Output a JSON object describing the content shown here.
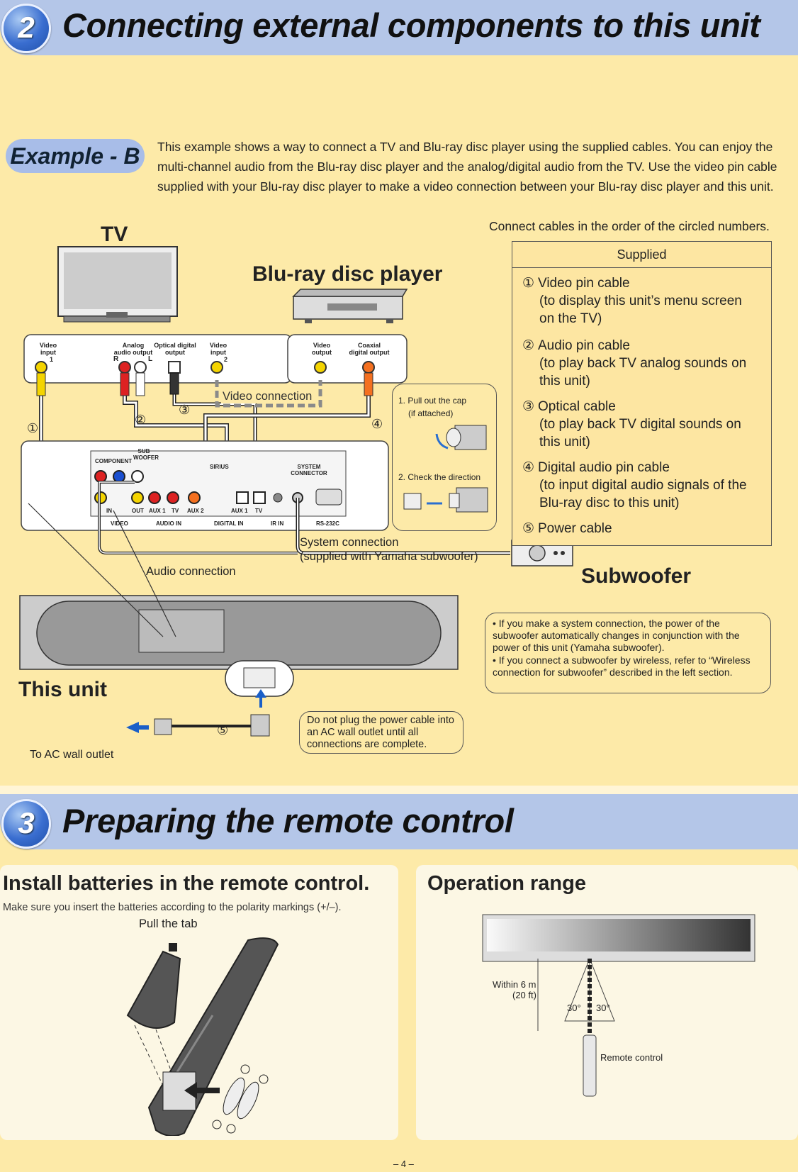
{
  "section2": {
    "number": "2",
    "title": "Connecting external components to this unit"
  },
  "example": {
    "badge": "Example - B",
    "intro_lines": [
      "This example shows a way to connect a TV and Blu-ray disc player using the supplied cables. You can enjoy the",
      "multi-channel audio from the Blu-ray disc player and the analog/digital audio from the TV. Use the video pin cable",
      "supplied with your Blu-ray disc player to make a video connection between your Blu-ray disc player and this unit."
    ]
  },
  "diagram": {
    "order_note": "Connect cables in the order of the circled numbers.",
    "tv_label": "TV",
    "bluray_label": "Blu-ray disc player",
    "subwoofer_label": "Subwoofer",
    "this_unit_label": "This unit",
    "tv_ports": {
      "video_input_1": "Video input",
      "video_input_1_num": "1",
      "analog_audio": "Analog audio output",
      "analog_r": "R",
      "analog_l": "L",
      "optical": "Optical digital output",
      "video_input_2": "Video input",
      "video_input_2_num": "2"
    },
    "bluray_ports": {
      "video_output": "Video output",
      "coaxial_output": "Coaxial digital output"
    },
    "rear_panel": {
      "component": "COMPONENT",
      "sub_woofer": "SUB WOOFER",
      "sirius": "SIRIUS",
      "system_connector": "SYSTEM CONNECTOR",
      "in": "IN",
      "out": "OUT",
      "aux1": "AUX 1",
      "tv": "TV",
      "aux2": "AUX 2",
      "aux1_digital": "AUX 1",
      "tv_digital": "TV",
      "video_group": "VIDEO",
      "audio_in_group": "AUDIO IN",
      "digital_in_group": "DIGITAL IN",
      "ir_in": "IR IN",
      "rs232c": "RS-232C"
    },
    "video_connection": "Video connection",
    "audio_connection": "Audio connection",
    "system_connection_line1": "System connection",
    "system_connection_line2": "(supplied with Yamaha subwoofer)",
    "optical_tips": {
      "step1": "1. Pull out the cap",
      "step1b": "(if attached)",
      "step2": "2. Check the direction"
    },
    "circled": [
      "①",
      "②",
      "③",
      "④",
      "⑤"
    ],
    "ac_outlet": "To AC wall outlet",
    "power_note": "Do not plug the power cable into an AC wall outlet until all connections are complete.",
    "subwoofer_notes": [
      "• If you make a system connection, the power of the subwoofer automatically changes in conjunction with the power of this unit (Yamaha subwoofer).",
      "• If you connect a subwoofer by wireless, refer to “Wireless connection for subwoofer” described in the left section."
    ]
  },
  "supplied": {
    "header": "Supplied",
    "items": [
      {
        "num": "①",
        "name": "Video pin cable",
        "desc": [
          "(to display this unit’s menu screen",
          "on the TV)"
        ]
      },
      {
        "num": "②",
        "name": "Audio pin cable",
        "desc": [
          "(to play back TV analog sounds on",
          "this unit)"
        ]
      },
      {
        "num": "③",
        "name": "Optical cable",
        "desc": [
          "(to play back TV digital sounds on",
          "this unit)"
        ]
      },
      {
        "num": "④",
        "name": "Digital audio pin cable",
        "desc": [
          "(to input digital audio signals of the",
          "Blu-ray disc to this unit)"
        ]
      },
      {
        "num": "⑤",
        "name": "Power cable",
        "desc": []
      }
    ]
  },
  "section3": {
    "number": "3",
    "title": "Preparing the remote control"
  },
  "batteries": {
    "title": "Install batteries in the remote control.",
    "subtitle": "Make sure you insert the batteries according to the polarity markings (+/–).",
    "pull_tab": "Pull the tab"
  },
  "operation": {
    "title": "Operation range",
    "within": "Within 6 m",
    "within_ft": "(20 ft)",
    "angle_left": "30°",
    "angle_right": "30°",
    "remote_label": "Remote control"
  },
  "page_number": "– 4 –"
}
